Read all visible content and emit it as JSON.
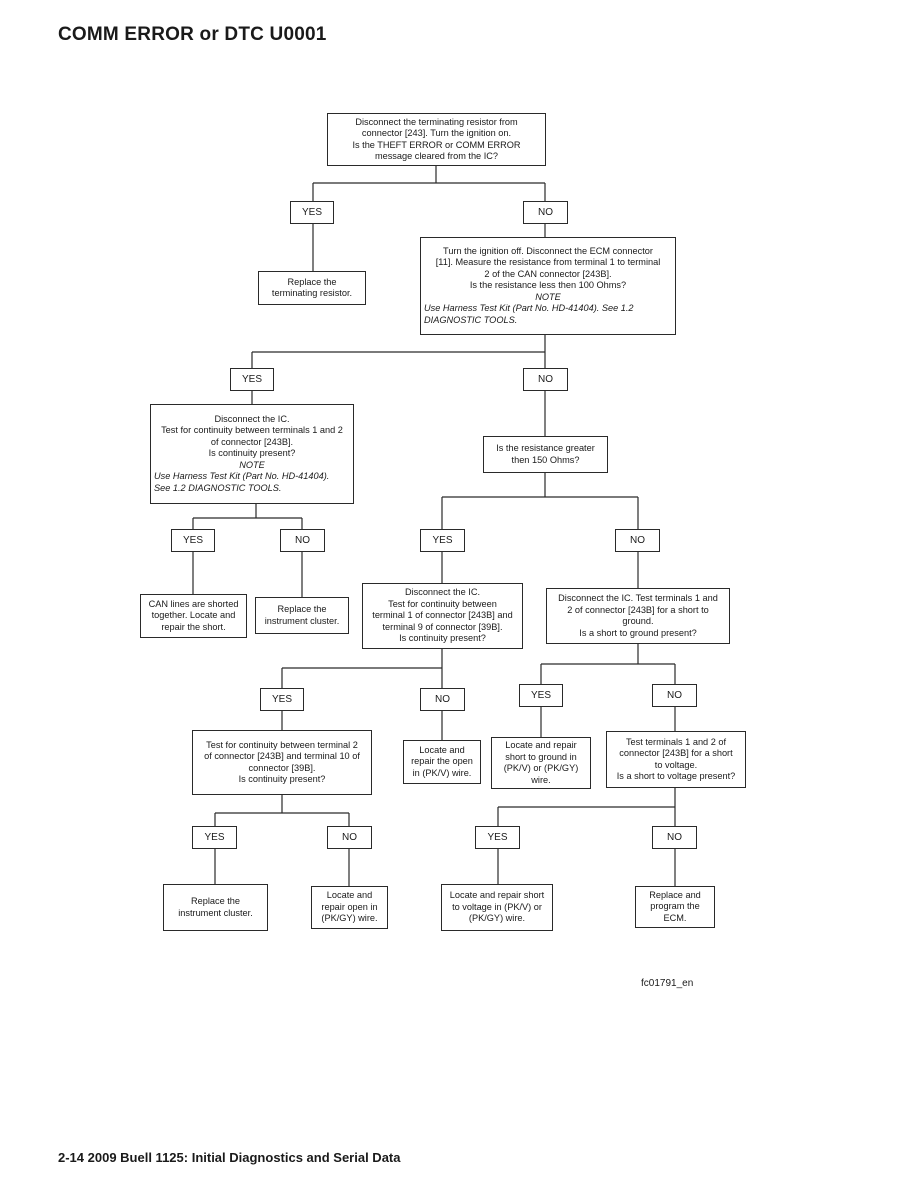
{
  "header": {
    "title": "COMM ERROR or DTC U0001"
  },
  "footer": {
    "text": "2-14  2009 Buell 1125:  Initial Diagnostics and Serial Data"
  },
  "figure_id": "fc01791_en",
  "labels": {
    "yes": "YES",
    "no": "NO"
  },
  "nodes": {
    "q1": {
      "lines": [
        "Disconnect the terminating resistor from",
        "connector [243]. Turn the ignition on.",
        "Is the THEFT ERROR or COMM ERROR",
        "message cleared from the IC?"
      ]
    },
    "a1": {
      "lines": [
        "Replace the",
        "terminating resistor."
      ]
    },
    "q2": {
      "lines": [
        "Turn the ignition off.  Disconnect the ECM connector",
        "[11]. Measure the resistance from  terminal 1 to terminal",
        "2 of the CAN connector [243B].",
        "Is the resistance less then 100 Ohms?"
      ],
      "note_title": "NOTE",
      "note": [
        "Use Harness Test Kit (Part No. HD-41404). See 1.2",
        "DIAGNOSTIC TOOLS."
      ]
    },
    "q3": {
      "lines": [
        "Disconnect the IC.",
        "Test for continuity between terminals 1 and 2",
        "of connector [243B].",
        "Is continuity present?"
      ],
      "note_title": "NOTE",
      "note": [
        "Use Harness Test Kit (Part No. HD-41404).",
        "See 1.2 DIAGNOSTIC TOOLS."
      ]
    },
    "q4": {
      "lines": [
        "Is the resistance greater",
        "then 150 Ohms?"
      ]
    },
    "a2": {
      "lines": [
        "CAN lines are shorted",
        "together. Locate and",
        "repair the short."
      ]
    },
    "a3": {
      "lines": [
        "Replace the",
        "instrument cluster."
      ]
    },
    "q5": {
      "lines": [
        "Disconnect the IC.",
        "Test for continuity between",
        "terminal 1 of connector [243B] and",
        "terminal 9 of connector [39B].",
        "Is continuity present?"
      ]
    },
    "q6": {
      "lines": [
        "Disconnect the IC. Test terminals 1 and",
        "2 of connector [243B] for a short to",
        "ground.",
        "Is a short to ground present?"
      ]
    },
    "q7": {
      "lines": [
        "Test for continuity between terminal 2",
        "of connector [243B] and terminal 10 of",
        "connector [39B].",
        "Is continuity present?"
      ]
    },
    "a4": {
      "lines": [
        "Locate and",
        "repair the open",
        "in (PK/V)  wire."
      ]
    },
    "a5": {
      "lines": [
        "Locate and repair",
        "short to ground in",
        "(PK/V) or (PK/GY)",
        "wire."
      ]
    },
    "q8": {
      "lines": [
        "Test terminals 1 and 2 of",
        "connector [243B] for a short",
        "to voltage.",
        "Is a short to voltage present?"
      ]
    },
    "a6": {
      "lines": [
        "Replace the",
        "instrument cluster."
      ]
    },
    "a7": {
      "lines": [
        "Locate and",
        "repair open in",
        "(PK/GY)  wire."
      ]
    },
    "a8": {
      "lines": [
        "Locate and repair short",
        "to voltage in (PK/V) or",
        "(PK/GY) wire."
      ]
    },
    "a9": {
      "lines": [
        "Replace and",
        "program the",
        "ECM."
      ]
    }
  },
  "colors": {
    "line": "#2a2a2a",
    "text": "#1a1a1a"
  }
}
